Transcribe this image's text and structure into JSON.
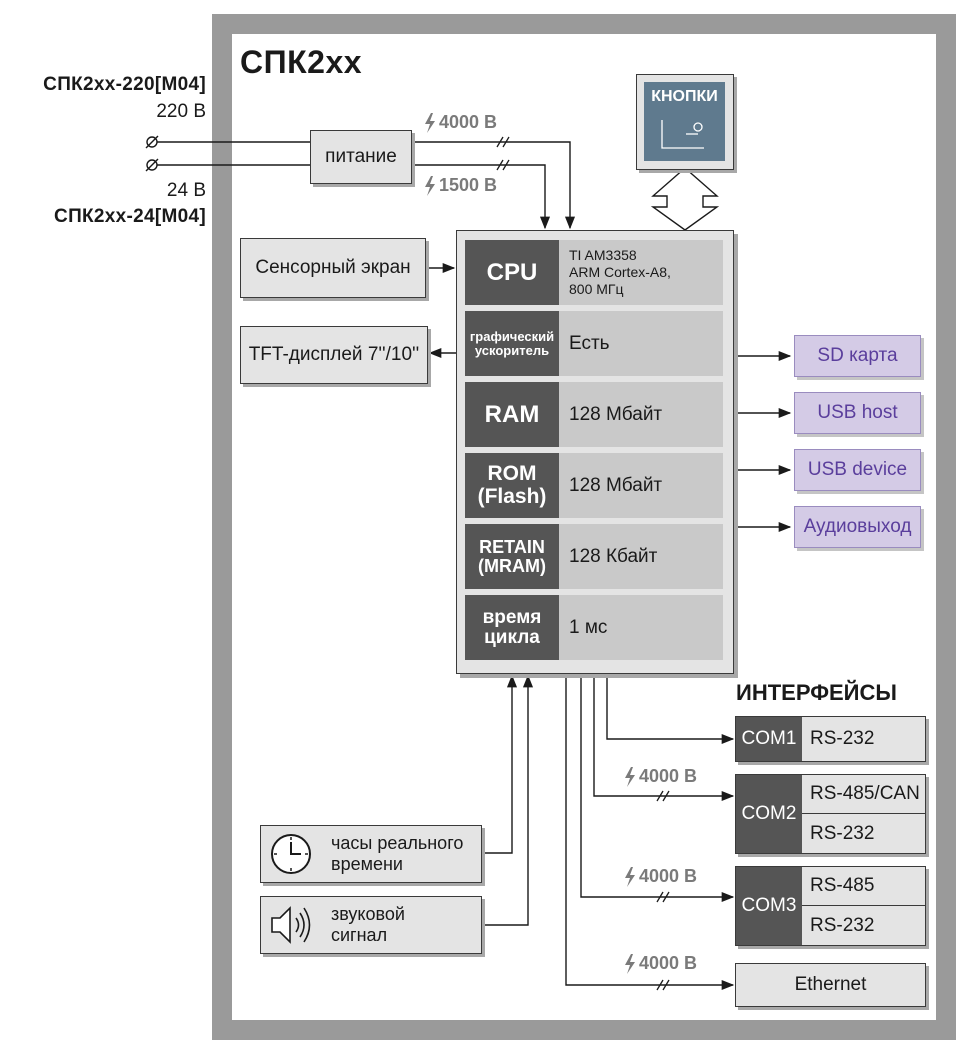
{
  "diagram": {
    "title": "СПК2xx",
    "power_220_model": "СПК2xx-220[M04]",
    "power_220_voltage": "220 В",
    "power_24_voltage": "24 В",
    "power_24_model": "СПК2xx-24[M04]",
    "power_box": "питание",
    "isolation_4000": "4000 В",
    "isolation_1500": "1500 В",
    "buttons_label": "КНОПКИ",
    "touch_screen": "Сенсорный экран",
    "tft_display": "TFT-дисплей 7''/10''",
    "cpu_table": [
      {
        "key": "CPU",
        "value": "TI AM3358\nARM Cortex-A8,\n800 МГц"
      },
      {
        "key": "графический ускоритель",
        "value": "Есть"
      },
      {
        "key": "RAM",
        "value": "128 Мбайт"
      },
      {
        "key": "ROM (Flash)",
        "value": "128 Мбайт"
      },
      {
        "key": "RETAIN (MRAM)",
        "value": "128 Кбайт"
      },
      {
        "key": "время цикла",
        "value": "1 мс"
      }
    ],
    "peripherals": [
      "SD карта",
      "USB host",
      "USB device",
      "Аудиовыход"
    ],
    "interfaces_title": "ИНТЕРФЕЙСЫ",
    "com1": {
      "name": "COM1",
      "ports": [
        "RS-232"
      ]
    },
    "com2": {
      "name": "COM2",
      "ports": [
        "RS-485/CAN",
        "RS-232"
      ],
      "isolation": "4000 В"
    },
    "com3": {
      "name": "COM3",
      "ports": [
        "RS-485",
        "RS-232"
      ],
      "isolation": "4000 В"
    },
    "ethernet": {
      "name": "Ethernet",
      "isolation": "4000 В"
    },
    "rtc": "часы реального\nвремени",
    "buzzer": "звуковой\nсигнал",
    "colors": {
      "frame": "#9a9a9a",
      "dark_cell": "#555555",
      "light_cell": "#c9c9c9",
      "peripheral_fill": "#d4cbe6",
      "peripheral_text": "#5a3e9c"
    }
  }
}
